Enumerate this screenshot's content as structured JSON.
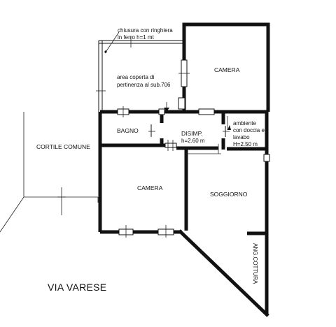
{
  "labels": {
    "enclosure_line1": "chiusura con ringhiera",
    "enclosure_line2": "in ferro h=1 mt",
    "covered_line1": "area coperta di",
    "covered_line2": "pertinenza al sub.706",
    "bedroom_top": "CAMERA",
    "bathroom": "BAGNO",
    "hallway": "DISIMP.",
    "hallway_height": "h=2.60 m",
    "shower_line1": "ambiente",
    "shower_line2": "con doccia e",
    "shower_line3": "lavabo",
    "shower_line4": "H=2.50 m",
    "courtyard": "CORTILE COMUNE",
    "bedroom_bottom": "CAMERA",
    "living": "SOGGIORNO",
    "kitchen": "ANG.COTTURA",
    "street": "VIA VARESE"
  },
  "colors": {
    "wall": "#111111",
    "background": "#ffffff"
  }
}
